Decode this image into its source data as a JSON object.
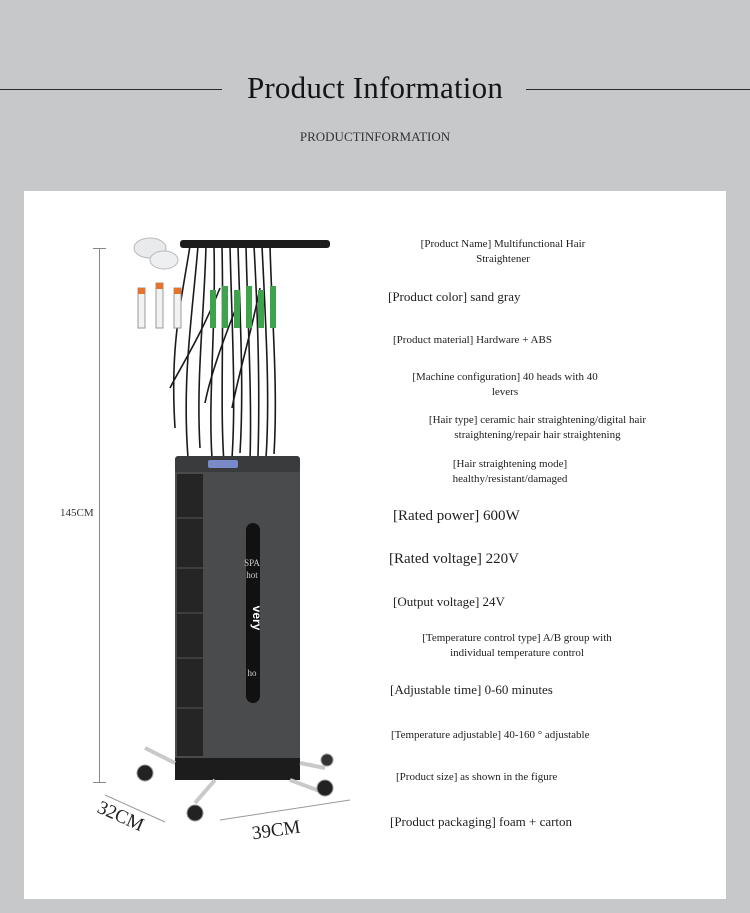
{
  "header": {
    "title": "Product Information",
    "subtitle": "PRODUCTINFORMATION"
  },
  "dimensions": {
    "height": "145CM",
    "depth": "32CM",
    "width": "39CM"
  },
  "specs": [
    {
      "label": "[Product Name] Multifunctional Hair",
      "label2": "Straightener"
    },
    {
      "label": "[Product color] sand gray"
    },
    {
      "label": "[Product material] Hardware + ABS"
    },
    {
      "label": "[Machine configuration] 40 heads with 40",
      "label2": "levers"
    },
    {
      "label": "[Hair type] ceramic hair straightening/digital hair",
      "label2": "straightening/repair hair straightening"
    },
    {
      "label": "[Hair straightening mode]",
      "label2": "healthy/resistant/damaged"
    },
    {
      "label": "[Rated power] 600W"
    },
    {
      "label": "[Rated voltage] 220V"
    },
    {
      "label": "[Output voltage] 24V"
    },
    {
      "label": "[Temperature control type] A/B group with",
      "label2": "individual temperature control"
    },
    {
      "label": "[Adjustable time] 0-60 minutes"
    },
    {
      "label": "[Temperature adjustable] 40-160 ° adjustable"
    },
    {
      "label": "[Product size] as shown in the figure"
    },
    {
      "label": "[Product packaging] foam + carton"
    }
  ],
  "machine": {
    "panel_text_1": "SPA",
    "panel_text_2": "hot",
    "vertical_text": "very",
    "panel_text_3": "ho"
  },
  "colors": {
    "background": "#c6c8ca",
    "panel": "#ffffff",
    "machine_body": "#4a4b4d",
    "accent_green": "#3fa34d",
    "accent_orange": "#e9722a"
  }
}
